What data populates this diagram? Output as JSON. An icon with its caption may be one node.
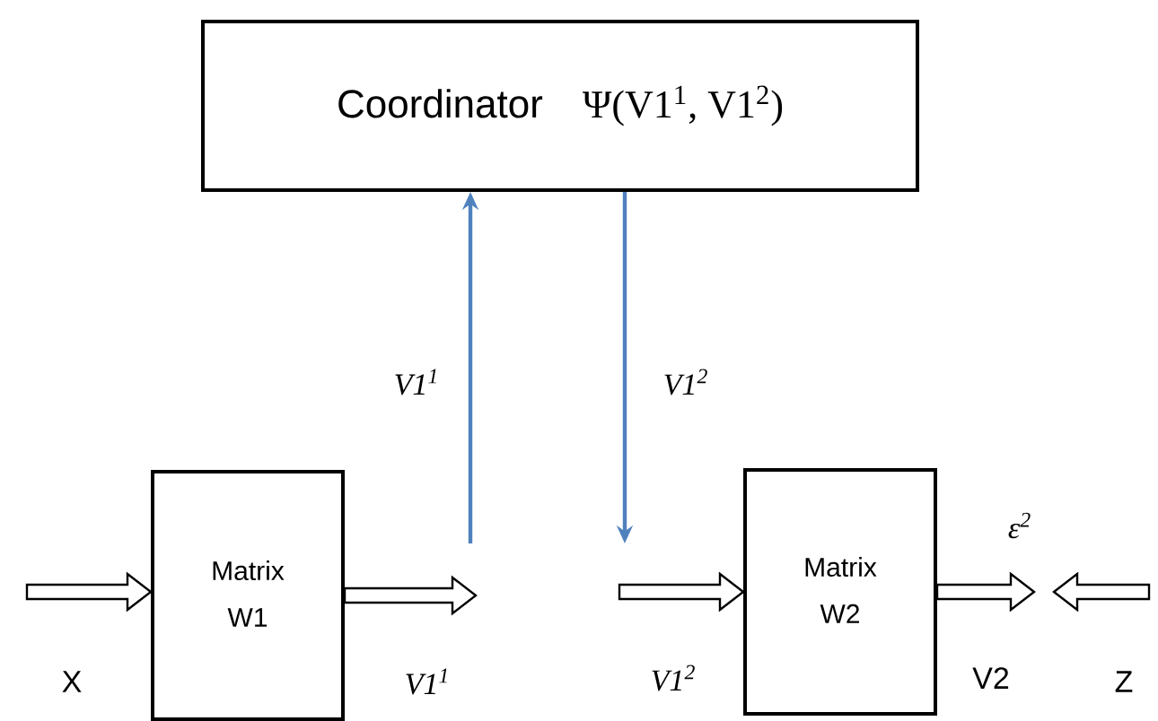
{
  "diagram": {
    "nodes": [
      {
        "text": [
          "Coordinator",
          "Ψ(V1$^{1}$, V1$^{2}$)"
        ]
      },
      {
        "text": [
          "Matrix W1"
        ]
      },
      {
        "text": [
          "Matrix W2"
        ]
      }
    ],
    "edges": [
      {
        "from": null,
        "to": 1,
        "arrow": "to",
        "label": "X"
      },
      {
        "from": 1,
        "to": null,
        "arrow": "to",
        "label": "V1$^{1}$"
      },
      {
        "from": null,
        "to": 0,
        "arrow": "to",
        "label": "V1$^{1}$",
        "color": "#4f81bd"
      },
      {
        "from": 0,
        "to": null,
        "arrow": "to",
        "label": "V1$^{2}$",
        "color": "#4f81bd"
      },
      {
        "from": null,
        "to": 2,
        "arrow": "to",
        "label": "V1$^{2}$"
      },
      {
        "from": 2,
        "to": null,
        "arrow": "to",
        "label": "V2"
      }
    ],
    "labels": [
      "ε$^{2}$",
      "Z"
    ]
  }
}
